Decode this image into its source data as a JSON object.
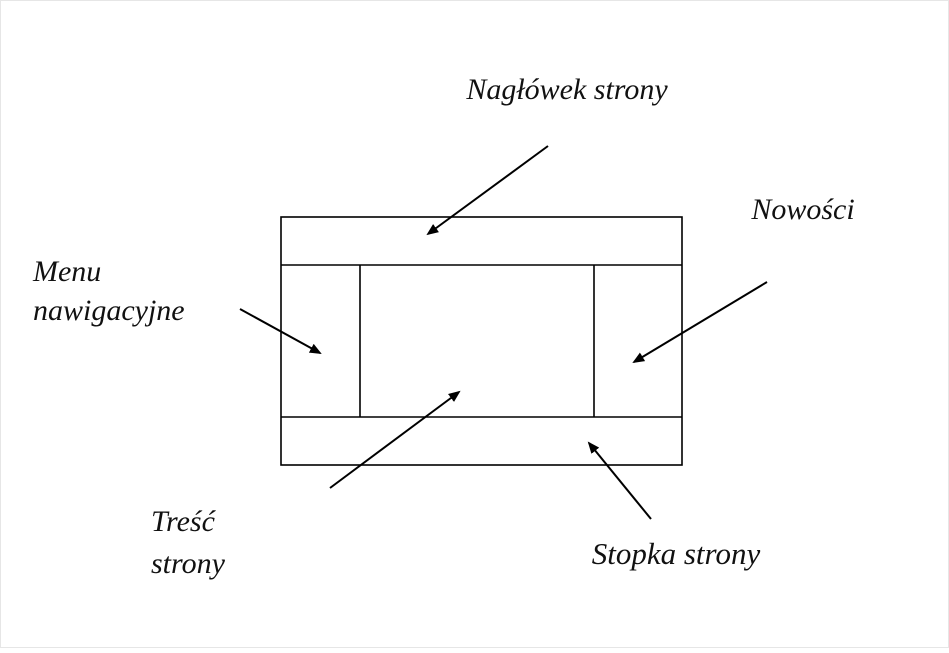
{
  "diagram": {
    "labels": {
      "header": "Nagłówek strony",
      "news": "Nowości",
      "menu_line1": "Menu",
      "menu_line2": "nawigacyjne",
      "content_line1": "Treść",
      "content_line2": "strony",
      "footer": "Stopka strony"
    },
    "colors": {
      "stroke": "#000000",
      "text": "#111111",
      "background": "#ffffff"
    }
  }
}
